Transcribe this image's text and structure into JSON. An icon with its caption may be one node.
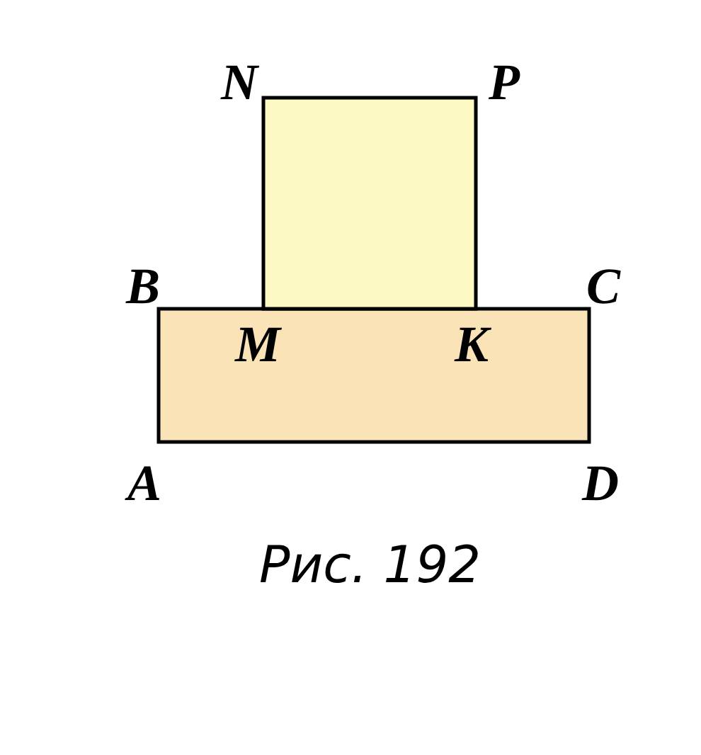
{
  "diagram": {
    "caption": "Рис. 192",
    "labels": [
      "N",
      "P",
      "B",
      "C",
      "M",
      "K",
      "A",
      "D"
    ]
  }
}
